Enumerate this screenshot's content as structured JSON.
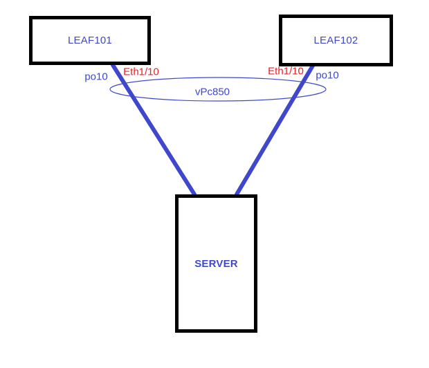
{
  "colors": {
    "background": "#ffffff",
    "node_border": "#000000",
    "link_blue": "#3f48cc",
    "label_blue": "#3f48cc",
    "label_red": "#ed1c24"
  },
  "nodes": {
    "leaf101": {
      "label": "LEAF101"
    },
    "leaf102": {
      "label": "LEAF102"
    },
    "server": {
      "label": "SERVER"
    }
  },
  "links": {
    "left": {
      "port_label": "po10",
      "interface_label": "Eth1/10"
    },
    "right": {
      "port_label": "po10",
      "interface_label": "Eth1/10"
    }
  },
  "vpc": {
    "label": "vPc850"
  }
}
